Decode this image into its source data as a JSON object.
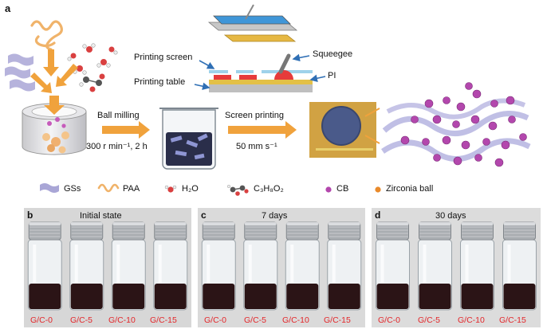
{
  "panel_a": {
    "letter": "a",
    "steps": {
      "ball_milling": "Ball milling",
      "ball_milling_cond": "300 r min⁻¹, 2 h",
      "screen_printing": "Screen printing",
      "screen_printing_cond": "50 mm s⁻¹"
    },
    "printer": {
      "printing_screen": "Printing screen",
      "printing_table": "Printing table",
      "squeegee": "Squeegee",
      "pi": "PI"
    },
    "legend": {
      "gss": "GSs",
      "paa": "PAA",
      "h2o": "H₂O",
      "c3h8o2": "C₃H₈O₂",
      "cb": "CB",
      "zirconia": "Zirconia ball"
    }
  },
  "photos": [
    {
      "letter": "b",
      "title": "Initial state",
      "vials": [
        "G/C-0",
        "G/C-5",
        "G/C-10",
        "G/C-15"
      ]
    },
    {
      "letter": "c",
      "title": "7 days",
      "vials": [
        "G/C-0",
        "G/C-5",
        "G/C-10",
        "G/C-15"
      ]
    },
    {
      "letter": "d",
      "title": "30 days",
      "vials": [
        "G/C-0",
        "G/C-5",
        "G/C-10",
        "G/C-15"
      ]
    }
  ],
  "colors": {
    "arrow_orange": "#f0a23c",
    "cb_purple": "#b347ad",
    "zirconia_orange": "#e98a2b",
    "label_red": "#e3262a",
    "gs_lavender": "#a9a6d6",
    "pointer_blue": "#2f6fb5"
  }
}
